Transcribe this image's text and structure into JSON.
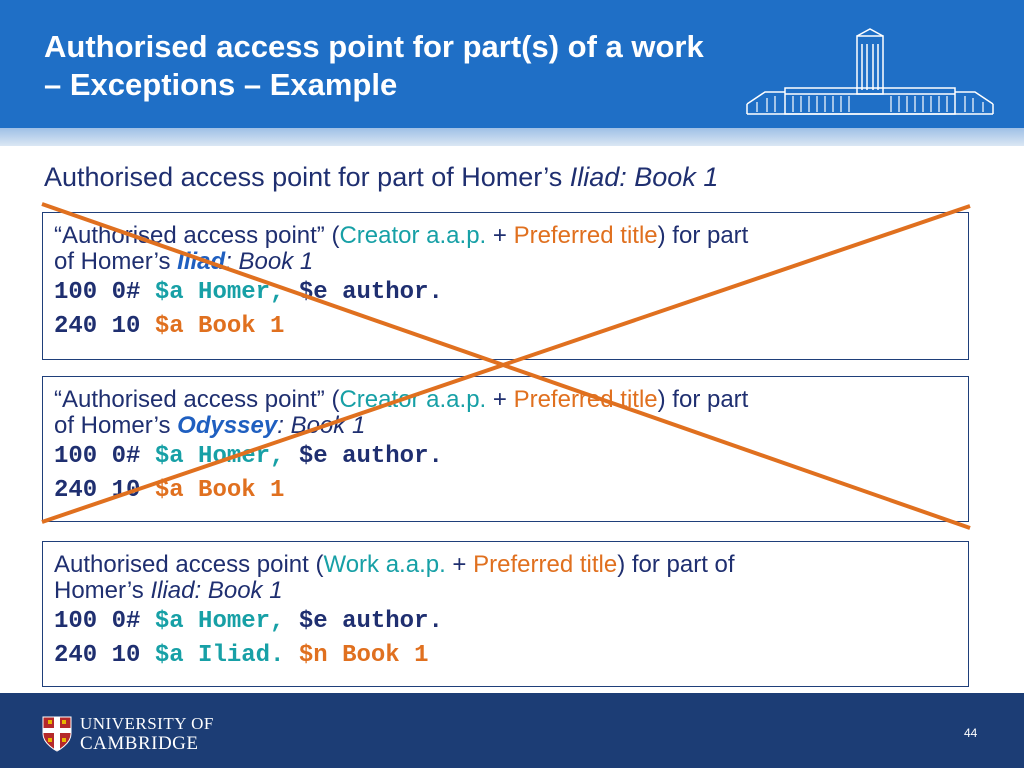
{
  "slide": {
    "title_line1": "Authorised access point for part(s) of a work",
    "title_line2": "– Exceptions – Example",
    "subtitle_prefix": "Authorised access point for part of Homer’s ",
    "subtitle_italic": "Iliad: Book 1",
    "page_number": "44"
  },
  "boxes": [
    {
      "line1_a": "“Authorised access point” (",
      "line1_b": "Creator a.a.p.",
      "line1_c": " + ",
      "line1_d": "Preferred title",
      "line1_e": ") for part",
      "line2_a": "of Homer’s ",
      "line2_b": "Iliad",
      "line2_c": ": Book 1",
      "marc1_tag": "100 0# ",
      "marc1_sub": "$a Homer,",
      "marc1_rest": " $e author.",
      "marc2_tag": "240 10 ",
      "marc2_sub": "$a Book 1",
      "crossed": true
    },
    {
      "line1_a": "“Authorised access point” (",
      "line1_b": "Creator a.a.p.",
      "line1_c": " + ",
      "line1_d": "Preferred title",
      "line1_e": ") for part",
      "line2_a": "of Homer’s ",
      "line2_b": "Odyssey",
      "line2_c": ": Book 1",
      "marc1_tag": "100 0# ",
      "marc1_sub": "$a Homer,",
      "marc1_rest": " $e author.",
      "marc2_tag": "240 10 ",
      "marc2_sub": "$a Book 1",
      "crossed": true
    },
    {
      "line1_a": "Authorised access point (",
      "line1_b": "Work a.a.p.",
      "line1_c": " + ",
      "line1_d": "Preferred title",
      "line1_e": ") for part of",
      "line2_a": "Homer’s ",
      "line2_b": "Iliad: Book 1",
      "marc1_tag": "100 0# ",
      "marc1_sub": "$a Homer,",
      "marc1_rest": " $e author.",
      "marc2_tag": "240 10 ",
      "marc2_sub_a": "$a Iliad.",
      "marc2_sub_b": " $n Book 1",
      "crossed": false
    }
  ],
  "footer": {
    "logo_line1": "UNIVERSITY OF",
    "logo_line2": "CAMBRIDGE"
  },
  "colors": {
    "header_blue": "#1f6fc6",
    "footer_navy": "#1c3d75",
    "teal": "#17a0a6",
    "orange": "#e0701f",
    "cross_orange": "#e0701f"
  },
  "icons": [
    "building-icon",
    "crest-icon"
  ]
}
